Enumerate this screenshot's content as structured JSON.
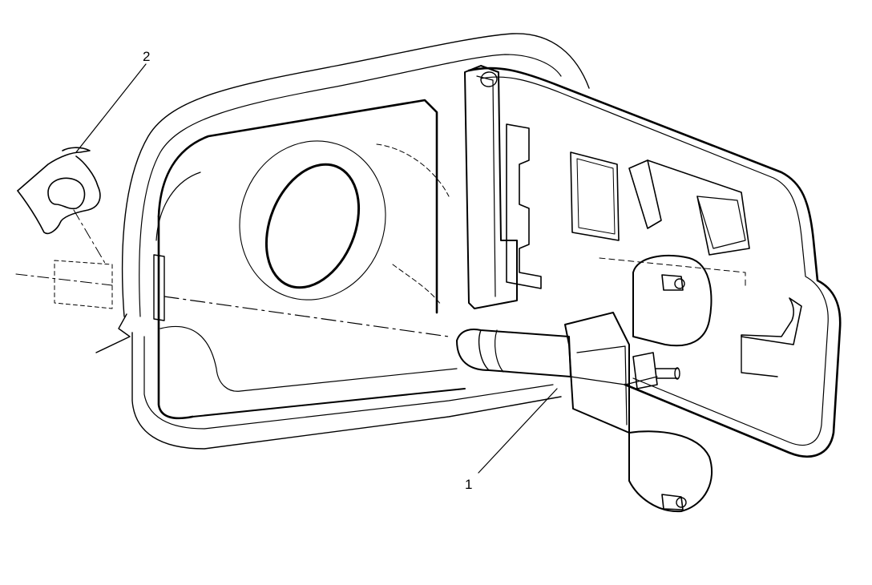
{
  "figure": {
    "callouts": [
      {
        "id": "callout-1",
        "label": "1"
      },
      {
        "id": "callout-2",
        "label": "2"
      }
    ],
    "colors": {
      "line": "#000000",
      "background": "#ffffff"
    }
  }
}
